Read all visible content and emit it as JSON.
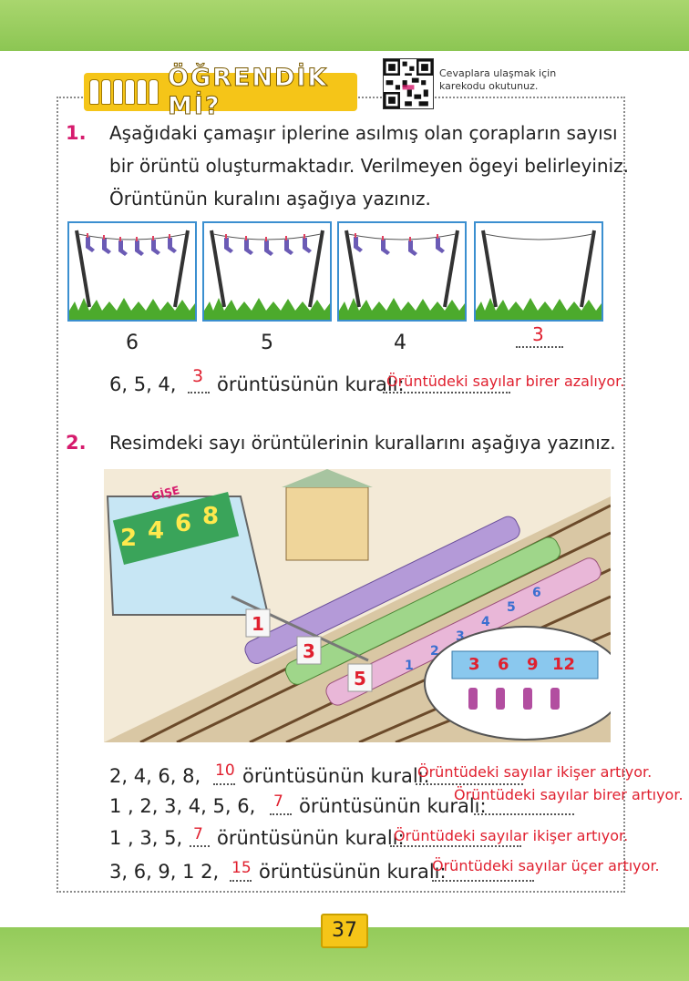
{
  "header": {
    "title": "ÖĞRENDİK Mİ?",
    "qr_note_line1": "Cevaplara ulaşmak için",
    "qr_note_line2": "karekodu okutunuz."
  },
  "q1": {
    "number": "1.",
    "text_line1": "Aşağıdaki çamaşır iplerine asılmış olan çorapların sayısı",
    "text_line2": "bir örüntü oluşturmaktadır. Verilmeyen ögeyi belirleyiniz.",
    "text_line3": "Örüntünün kuralını aşağıya yazınız.",
    "counts": [
      "6",
      "5",
      "4"
    ],
    "missing_answer": "3",
    "rule_prefix": "6, 5, 4,",
    "rule_blank_answer": "3",
    "rule_middle": "örüntüsünün kuralı:",
    "rule_answer": "Örüntüdeki sayılar birer azalıyor."
  },
  "q2": {
    "number": "2.",
    "text": "Resimdeki sayı örüntülerinin kurallarını aşağıya yazınız.",
    "illustration": {
      "booth_sign": "GİŞE",
      "booth_numbers": [
        "2",
        "4",
        "6",
        "8"
      ],
      "gate_numbers": [
        "1",
        "3",
        "5"
      ],
      "train_numbers": [
        "1",
        "2",
        "3",
        "4",
        "5",
        "6"
      ],
      "seat_numbers": [
        "3",
        "6",
        "9",
        "12"
      ]
    },
    "rows": [
      {
        "prefix": "2, 4, 6, 8,",
        "answer": "10",
        "middle": "örüntüsünün kuralı:",
        "rule": "Örüntüdeki sayılar ikişer artıyor."
      },
      {
        "prefix": "1 , 2, 3, 4, 5, 6,",
        "answer": "7",
        "middle": "örüntüsünün kuralı:",
        "rule": "Örüntüdeki sayılar birer artıyor."
      },
      {
        "prefix": "1 , 3, 5,",
        "answer": "7",
        "middle": "örüntüsünün kuralı:",
        "rule": "Örüntüdeki sayılar ikişer artıyor."
      },
      {
        "prefix": "3, 6, 9, 1 2,",
        "answer": "15",
        "middle": "örüntüsünün kuralı:",
        "rule": "Örüntüdeki sayılar üçer artıyor."
      }
    ]
  },
  "page_number": "37",
  "colors": {
    "accent_yellow": "#f5c518",
    "green_band": "#93cb5a",
    "question_pink": "#d61b6d",
    "answer_red": "#e0202f",
    "panel_blue": "#3b8fd0"
  }
}
